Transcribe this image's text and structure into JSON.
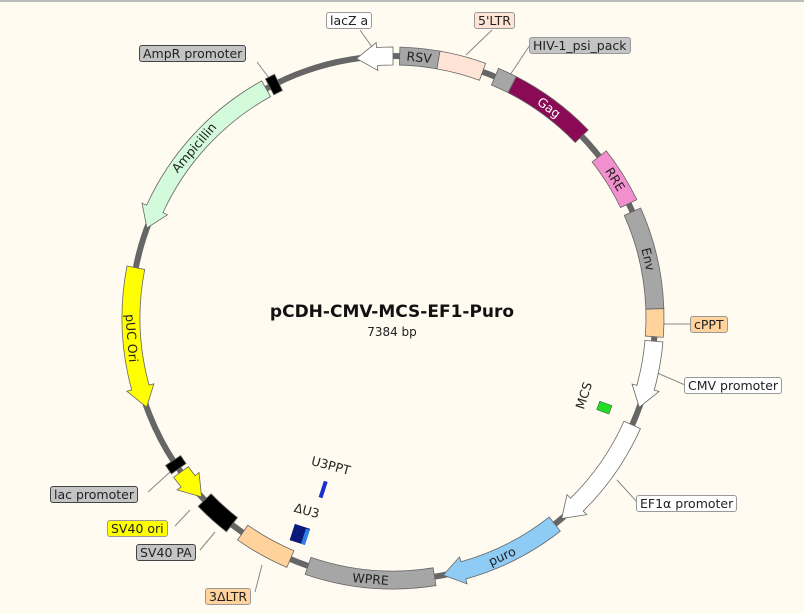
{
  "plasmid": {
    "name": "pCDH-CMV-MCS-EF1-Puro",
    "size_label": "7384 bp",
    "total_bp": 7384
  },
  "backbone_color": "#666666",
  "features": [
    {
      "name": "RSV",
      "start": 30,
      "end": 205,
      "color": "#a6a6a6",
      "text_color": "#222",
      "arrow": "none",
      "inline_label": "RSV"
    },
    {
      "name": "5'LTR",
      "start": 205,
      "end": 410,
      "color": "#ffe4d6",
      "arrow": "none"
    },
    {
      "name": "HIV-1_psi_pack",
      "start": 470,
      "end": 555,
      "color": "#a6a6a6",
      "arrow": "none"
    },
    {
      "name": "Gag",
      "start": 555,
      "end": 945,
      "color": "#8b0a55",
      "text_color": "#fff",
      "arrow": "none",
      "inline_label": "Gag"
    },
    {
      "name": "RRE",
      "start": 1065,
      "end": 1315,
      "color": "#f48fcf",
      "text_color": "#222",
      "arrow": "none",
      "inline_label": "RRE"
    },
    {
      "name": "Env",
      "start": 1355,
      "end": 1805,
      "color": "#a6a6a6",
      "text_color": "#222",
      "arrow": "none",
      "inline_label": "Env"
    },
    {
      "name": "cPPT",
      "start": 1805,
      "end": 1930,
      "color": "#ffd39b",
      "arrow": "none"
    },
    {
      "name": "CMV promoter",
      "start": 1950,
      "end": 2255,
      "color": "#ffffff",
      "arrow": "cw"
    },
    {
      "name": "EF1α promoter",
      "start": 2340,
      "end": 2870,
      "color": "#ffffff",
      "arrow": "cw"
    },
    {
      "name": "puro",
      "start": 2910,
      "end": 3465,
      "color": "#8ecbf5",
      "text_color": "#222",
      "arrow": "cw",
      "inline_label": "puro"
    },
    {
      "name": "WPRE",
      "start": 3505,
      "end": 4080,
      "color": "#a6a6a6",
      "text_color": "#222",
      "arrow": "none",
      "inline_label": "WPRE"
    },
    {
      "name": "3ΔLTR",
      "start": 4165,
      "end": 4410,
      "color": "#ffd39b",
      "arrow": "none"
    },
    {
      "name": "SV40 PA",
      "start": 4470,
      "end": 4635,
      "color": "#000000",
      "arrow": "none"
    },
    {
      "name": "SV40 ori",
      "start": 4655,
      "end": 4800,
      "color": "#ffff00",
      "arrow": "ccw"
    },
    {
      "name": "lac promoter",
      "start": 4830,
      "end": 4850,
      "color": "#000000",
      "arrow": "none"
    },
    {
      "name": "pUC Ori",
      "start": 5130,
      "end": 5765,
      "color": "#ffff00",
      "text_color": "#222",
      "arrow": "ccw",
      "inline_label": "pUC Ori"
    },
    {
      "name": "Ampicillin",
      "start": 5950,
      "end": 6790,
      "color": "#d4fadc",
      "text_color": "#222",
      "arrow": "ccw",
      "inline_label": "Ampicillin"
    },
    {
      "name": "AmpR promoter",
      "start": 6820,
      "end": 6840,
      "color": "#000000",
      "arrow": "none"
    },
    {
      "name": "lacZ a",
      "start": 7220,
      "end": 7384,
      "color": "#ffffff",
      "arrow": "ccw"
    }
  ],
  "labels": {
    "lacz": "lacZ a",
    "ltr5": "5'LTR",
    "psi": "HIV-1_psi_pack",
    "ampr_promoter": "AmpR promoter",
    "cppt": "cPPT",
    "cmv": "CMV promoter",
    "ef1a": "EF1α promoter",
    "lac_promoter": "lac promoter",
    "sv40_ori": "SV40 ori",
    "sv40_pa": "SV40 PA",
    "ltr3": "3ΔLTR"
  },
  "inner_features": {
    "mcs": "MCS",
    "u3ppt": "U3PPT",
    "du3": "ΔU3"
  }
}
